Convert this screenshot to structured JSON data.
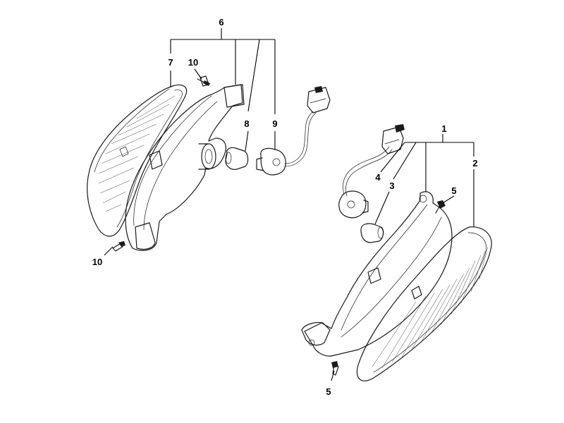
{
  "diagram": {
    "callouts": {
      "c1": "1",
      "c2": "2",
      "c3": "3",
      "c4": "4",
      "c5a": "5",
      "c5b": "5",
      "c6": "6",
      "c7": "7",
      "c8": "8",
      "c9": "9",
      "c10a": "10",
      "c10b": "10"
    }
  }
}
